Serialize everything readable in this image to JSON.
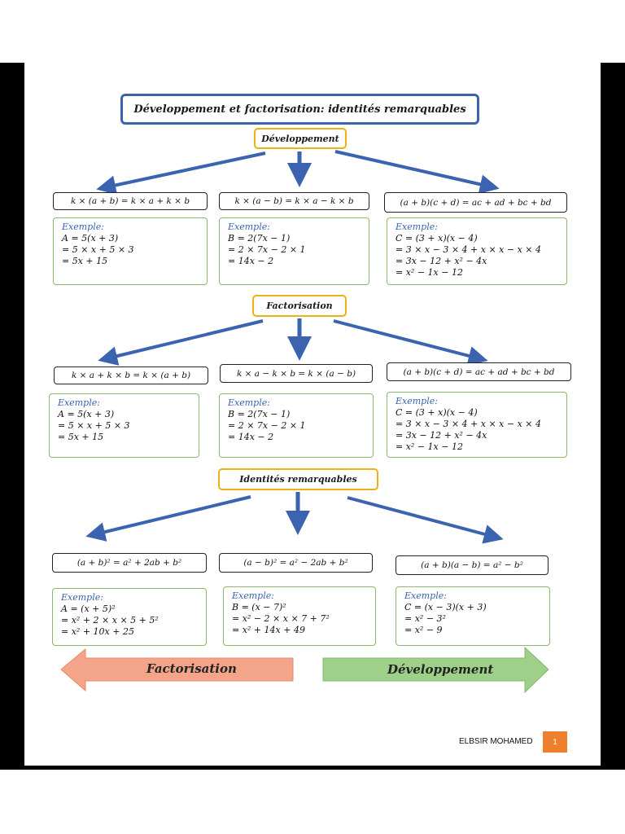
{
  "title": "Développement et factorisation: identités remarquables",
  "sections": [
    {
      "heading": "Développement",
      "formulas": [
        "k × (a + b) = k × a + k × b",
        "k × (a − b) = k × a − k × b",
        "(a + b)(c + d) = ac + ad + bc + bd"
      ],
      "examples": [
        {
          "label": "Exemple:",
          "lines": [
            "A = 5(x + 3)",
            "= 5 × x + 5 × 3",
            "= 5x + 15"
          ]
        },
        {
          "label": "Exemple:",
          "lines": [
            "B = 2(7x − 1)",
            "= 2 × 7x − 2 × 1",
            "= 14x − 2"
          ]
        },
        {
          "label": "Exemple:",
          "lines": [
            "C = (3 + x)(x − 4)",
            "= 3 × x − 3 × 4 + x × x − x × 4",
            "= 3x − 12 + x² − 4x",
            "= x² − 1x − 12"
          ]
        }
      ]
    },
    {
      "heading": "Factorisation",
      "formulas": [
        "k × a + k × b = k × (a + b)",
        "k × a − k × b = k × (a − b)",
        "(a + b)(c + d) = ac + ad + bc + bd"
      ],
      "examples": [
        {
          "label": "Exemple:",
          "lines": [
            "A = 5(x + 3)",
            "= 5 × x + 5 × 3",
            "= 5x + 15"
          ]
        },
        {
          "label": "Exemple:",
          "lines": [
            "B = 2(7x − 1)",
            "= 2 × 7x − 2 × 1",
            "= 14x − 2"
          ]
        },
        {
          "label": "Exemple:",
          "lines": [
            "C = (3 + x)(x − 4)",
            "= 3 × x − 3 × 4 + x × x − x × 4",
            "= 3x − 12 + x² − 4x",
            "= x² − 1x − 12"
          ]
        }
      ]
    },
    {
      "heading": "Identités remarquables",
      "formulas": [
        "(a + b)² = a² + 2ab + b²",
        "(a − b)² = a² − 2ab + b²",
        "(a + b)(a − b) = a² − b²"
      ],
      "examples": [
        {
          "label": "Exemple:",
          "lines": [
            "A = (x + 5)²",
            "= x² + 2 × x × 5 + 5²",
            "= x² + 10x + 25"
          ]
        },
        {
          "label": "Exemple:",
          "lines": [
            "B = (x − 7)²",
            "= x² − 2 × x × 7 + 7²",
            "= x² + 14x + 49"
          ]
        },
        {
          "label": "Exemple:",
          "lines": [
            "C = (x − 3)(x + 3)",
            "= x² − 3²",
            "= x² − 9"
          ]
        }
      ]
    }
  ],
  "bottom_arrows": {
    "left": "Factorisation",
    "right": "Développement"
  },
  "colors": {
    "blue": "#3b63b0",
    "yellow": "#e8b317",
    "green_border": "#8bb86a",
    "left_arrow": "#f4a589",
    "right_arrow": "#9fd08a",
    "page_badge": "#ee7f2d"
  },
  "footer": {
    "author": "ELBSIR MOHAMED",
    "page": "1"
  }
}
